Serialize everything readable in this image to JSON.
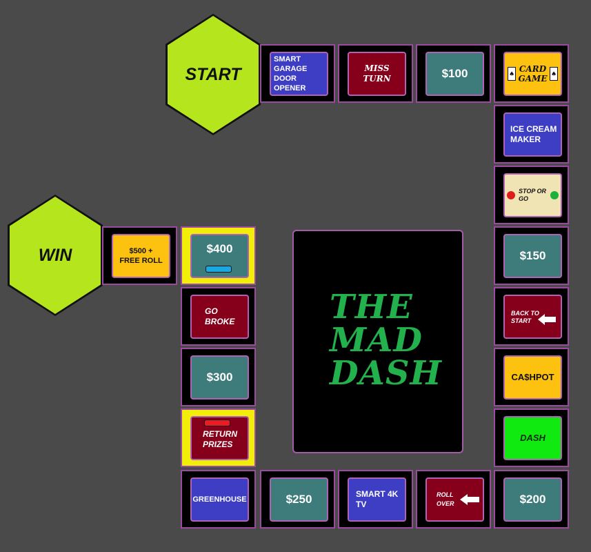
{
  "hexes": {
    "start": "START",
    "win": "WIN"
  },
  "center": {
    "line1": "THE",
    "line2": "MAD",
    "line3": "DASH"
  },
  "spaces": {
    "garage": [
      "SMART GARAGE",
      "DOOR OPENER"
    ],
    "miss_turn": [
      "MISS",
      "TURN"
    ],
    "s100": "$100",
    "card_game": [
      "CARD",
      "GAME"
    ],
    "ice_cream": [
      "ICE CREAM",
      "MAKER"
    ],
    "stop_or_go": [
      "STOP OR",
      "GO"
    ],
    "s150": "$150",
    "back_to_start": [
      "BACK TO",
      "START"
    ],
    "cashpot": "CA$HPOT",
    "dash": "DASH",
    "s200": "$200",
    "roll_over": [
      "ROLL",
      "OVER"
    ],
    "smart_tv": [
      "SMART 4K",
      "TV"
    ],
    "s250": "$250",
    "greenhouse": "GREENHOUSE",
    "return_prizes": [
      "RETURN",
      "PRIZES"
    ],
    "s300": "$300",
    "go_broke": [
      "GO",
      "BROKE"
    ],
    "s400": "$400",
    "s500_free_roll": [
      "$500 +",
      "FREE ROLL"
    ]
  },
  "pawns": [
    {
      "name": "blue-pawn",
      "color": "#1ba8e0"
    },
    {
      "name": "red-pawn",
      "color": "#ea1b24"
    }
  ],
  "colors": {
    "background": "#4a4a4a",
    "cell_border": "#9b4aa0",
    "highlight": "#f2ee0a",
    "hex": "#b5e61d",
    "title": "#22b14c"
  }
}
